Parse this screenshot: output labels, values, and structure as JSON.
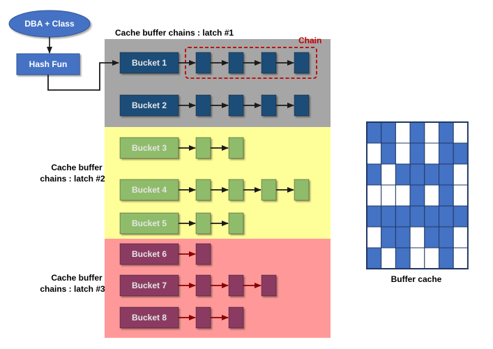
{
  "start": {
    "label": "DBA + Class"
  },
  "hash": {
    "label": "Hash Fun"
  },
  "chain_label": "Chain",
  "latch_labels": {
    "latch1": "Cache buffer chains : latch #1",
    "latch2_line1": "Cache buffer",
    "latch2_line2": "chains : latch #2",
    "latch3_line1": "Cache buffer",
    "latch3_line2": "chains : latch #3"
  },
  "buckets": [
    {
      "label": "Bucket 1",
      "chain_length": 4,
      "group": 1
    },
    {
      "label": "Bucket 2",
      "chain_length": 4,
      "group": 1
    },
    {
      "label": "Bucket 3",
      "chain_length": 2,
      "group": 2
    },
    {
      "label": "Bucket 4",
      "chain_length": 4,
      "group": 2
    },
    {
      "label": "Bucket 5",
      "chain_length": 2,
      "group": 2
    },
    {
      "label": "Bucket 6",
      "chain_length": 1,
      "group": 3
    },
    {
      "label": "Bucket 7",
      "chain_length": 3,
      "group": 3
    },
    {
      "label": "Bucket 8",
      "chain_length": 2,
      "group": 3
    }
  ],
  "buffer_cache": {
    "label": "Buffer cache",
    "grid": [
      [
        1,
        1,
        0,
        1,
        0,
        1,
        0
      ],
      [
        0,
        1,
        0,
        1,
        0,
        1,
        1
      ],
      [
        1,
        0,
        1,
        1,
        1,
        1,
        0
      ],
      [
        0,
        0,
        0,
        1,
        0,
        1,
        0
      ],
      [
        1,
        1,
        1,
        1,
        1,
        1,
        1
      ],
      [
        0,
        1,
        1,
        0,
        1,
        1,
        0
      ],
      [
        1,
        0,
        1,
        0,
        0,
        1,
        0
      ]
    ]
  },
  "colors": {
    "group1_bg": "#a6a6a6",
    "group2_bg": "#ffff99",
    "group3_bg": "#ff9999",
    "group1_box": "#1f4e79",
    "group2_box": "#8fbc6a",
    "group3_box": "#8b3a62",
    "start_fill": "#4472c4",
    "cell_fill": "#4472c4",
    "chain_dash": "#c00000",
    "arrow": "#1a1a1a"
  }
}
